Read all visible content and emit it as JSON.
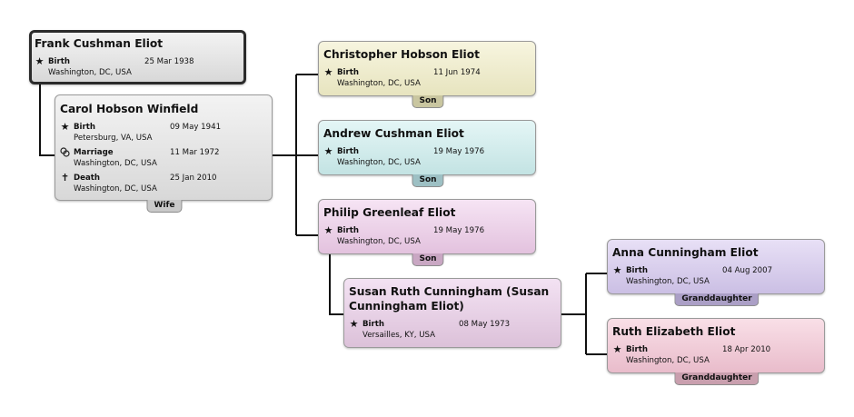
{
  "people": {
    "frank": {
      "name": "Frank Cushman Eliot",
      "events": [
        {
          "icon": "star-icon",
          "type": "Birth",
          "date": "25 Mar 1938",
          "place": "Washington, DC, USA"
        }
      ]
    },
    "carol": {
      "name": "Carol Hobson Winfield",
      "badge": "Wife",
      "events": [
        {
          "icon": "star-icon",
          "type": "Birth",
          "date": "09 May 1941",
          "place": "Petersburg, VA, USA"
        },
        {
          "icon": "rings-icon",
          "type": "Marriage",
          "date": "11 Mar 1972",
          "place": "Washington, DC, USA"
        },
        {
          "icon": "cross-icon",
          "type": "Death",
          "date": "25 Jan 2010",
          "place": "Washington, DC, USA"
        }
      ]
    },
    "christopher": {
      "name": "Christopher Hobson Eliot",
      "badge": "Son",
      "events": [
        {
          "icon": "star-icon",
          "type": "Birth",
          "date": "11 Jun 1974",
          "place": "Washington, DC, USA"
        }
      ]
    },
    "andrew": {
      "name": "Andrew Cushman Eliot",
      "badge": "Son",
      "events": [
        {
          "icon": "star-icon",
          "type": "Birth",
          "date": "19 May 1976",
          "place": "Washington, DC, USA"
        }
      ]
    },
    "philip": {
      "name": "Philip Greenleaf Eliot",
      "badge": "Son",
      "events": [
        {
          "icon": "star-icon",
          "type": "Birth",
          "date": "19 May 1976",
          "place": "Washington, DC, USA"
        }
      ]
    },
    "susan": {
      "name": "Susan Ruth Cunningham (Susan Cunningham Eliot)",
      "events": [
        {
          "icon": "star-icon",
          "type": "Birth",
          "date": "08 May 1973",
          "place": "Versailles, KY, USA"
        }
      ]
    },
    "anna": {
      "name": "Anna Cunningham Eliot",
      "badge": "Granddaughter",
      "events": [
        {
          "icon": "star-icon",
          "type": "Birth",
          "date": "04 Aug 2007",
          "place": "Washington, DC, USA"
        }
      ]
    },
    "ruth": {
      "name": "Ruth Elizabeth Eliot",
      "badge": "Granddaughter",
      "events": [
        {
          "icon": "star-icon",
          "type": "Birth",
          "date": "18 Apr 2010",
          "place": "Washington, DC, USA"
        }
      ]
    }
  },
  "colors": {
    "selected_border": "#2b2b2b",
    "connector": "#111111",
    "card_border": "#9a9a9a"
  }
}
